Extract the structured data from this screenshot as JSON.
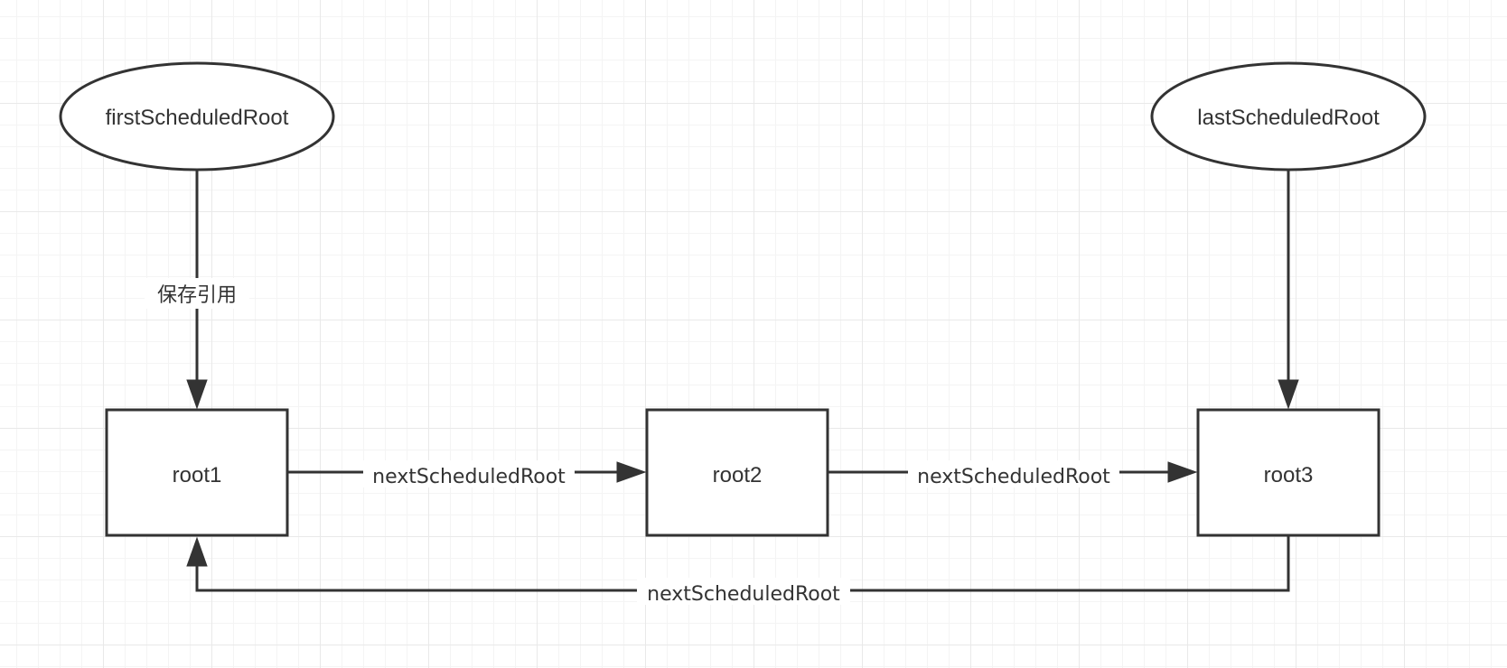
{
  "nodes": {
    "first_scheduled_root": "firstScheduledRoot",
    "last_scheduled_root": "lastScheduledRoot",
    "root1": "root1",
    "root2": "root2",
    "root3": "root3"
  },
  "edges": {
    "first_to_root1": "保存引用",
    "root1_to_root2": "nextScheduledRoot",
    "root2_to_root3": "nextScheduledRoot",
    "root3_to_root1": "nextScheduledRoot"
  },
  "colors": {
    "stroke": "#333333",
    "background": "#ffffff",
    "grid": "#e9e9e9"
  }
}
